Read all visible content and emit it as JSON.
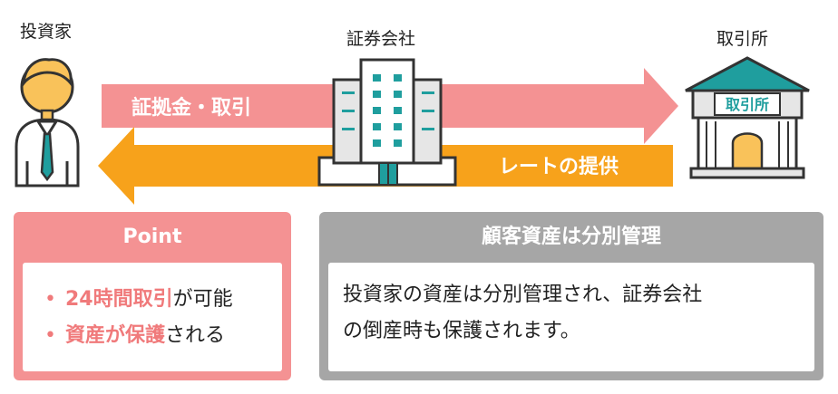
{
  "actors": {
    "investor": "投資家",
    "securities_company": "証券会社",
    "exchange": "取引所"
  },
  "exchange_sign": "取引所",
  "arrows": {
    "top_label": "証拠金・取引",
    "bottom_label": "レートの提供"
  },
  "point_box": {
    "title": "Point",
    "items": [
      {
        "highlight": "24時間取引",
        "rest": "が可能"
      },
      {
        "highlight": "資産が保護",
        "rest": "される"
      }
    ]
  },
  "management_box": {
    "title": "顧客資産は分別管理",
    "line1": "投資家の資産は分別管理され、証券会社",
    "line2": "の倒産時も保護されます。"
  },
  "colors": {
    "pink": "#f49293",
    "orange": "#f7a21b",
    "gray": "#a6a6a6",
    "teal": "#1f9e9e",
    "skin": "#f9c25a"
  }
}
